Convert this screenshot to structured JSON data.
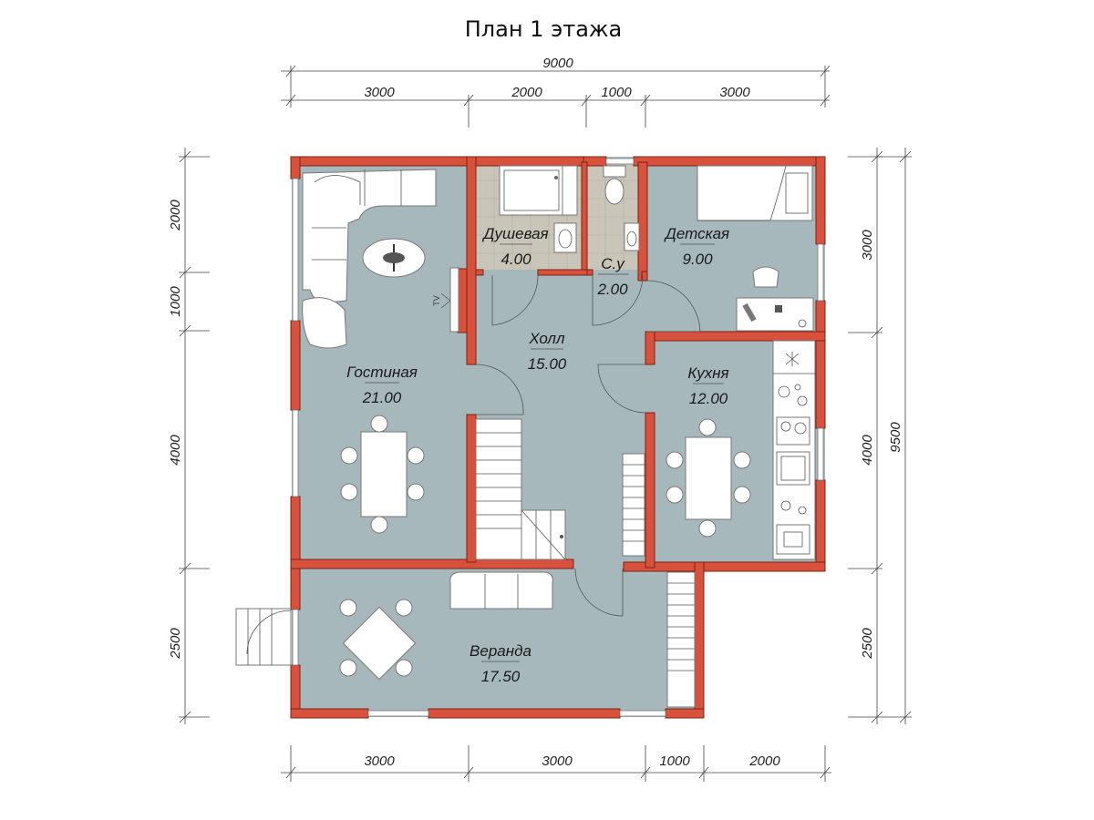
{
  "title": "План 1 этажа",
  "dimensions": {
    "total_width": "9000",
    "total_height": "9500",
    "top": [
      "3000",
      "2000",
      "1000",
      "3000"
    ],
    "bottom": [
      "3000",
      "3000",
      "1000",
      "2000"
    ],
    "left": [
      "2000",
      "1000",
      "4000",
      "2500"
    ],
    "right": [
      "3000",
      "4000",
      "2500"
    ]
  },
  "rooms": {
    "living": {
      "name": "Гостиная",
      "area": "21.00"
    },
    "shower": {
      "name": "Душевая",
      "area": "4.00"
    },
    "wc": {
      "name": "С.у",
      "area": "2.00"
    },
    "kids": {
      "name": "Детская",
      "area": "9.00"
    },
    "hall": {
      "name": "Холл",
      "area": "15.00"
    },
    "kitchen": {
      "name": "Кухня",
      "area": "12.00"
    },
    "veranda": {
      "name": "Веранда",
      "area": "17.50"
    }
  },
  "tv_label": "TV",
  "colors": {
    "wall": "#d8513c",
    "floor": "#a7b8bc",
    "tile": "#c9c5b8"
  }
}
